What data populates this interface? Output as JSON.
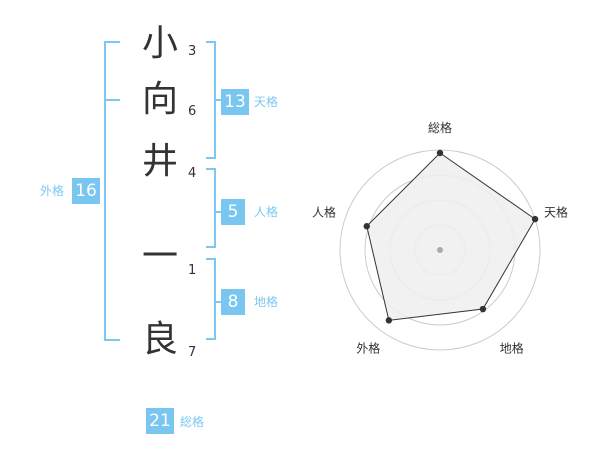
{
  "name": {
    "chars": [
      {
        "char": "小",
        "strokes": "3"
      },
      {
        "char": "向",
        "strokes": "6"
      },
      {
        "char": "井",
        "strokes": "4"
      },
      {
        "char": "一",
        "strokes": "1"
      },
      {
        "char": "良",
        "strokes": "7"
      }
    ]
  },
  "kakusu": {
    "tenkaku": {
      "value": "13",
      "label": "天格"
    },
    "jinkaku": {
      "value": "5",
      "label": "人格"
    },
    "chikaku": {
      "value": "8",
      "label": "地格"
    },
    "gaikaku": {
      "value": "16",
      "label": "外格"
    },
    "soukaku": {
      "value": "21",
      "label": "総格"
    }
  },
  "chart_data": {
    "type": "radar",
    "axes": [
      "総格",
      "天格",
      "地格",
      "外格",
      "人格"
    ],
    "values": [
      0.97,
      1.0,
      0.73,
      0.87,
      0.77
    ],
    "rings": 4,
    "colors": {
      "fill": "#eeeeee",
      "line": "#333333",
      "grid": "#cccccc",
      "accent": "#79c6f0"
    }
  }
}
